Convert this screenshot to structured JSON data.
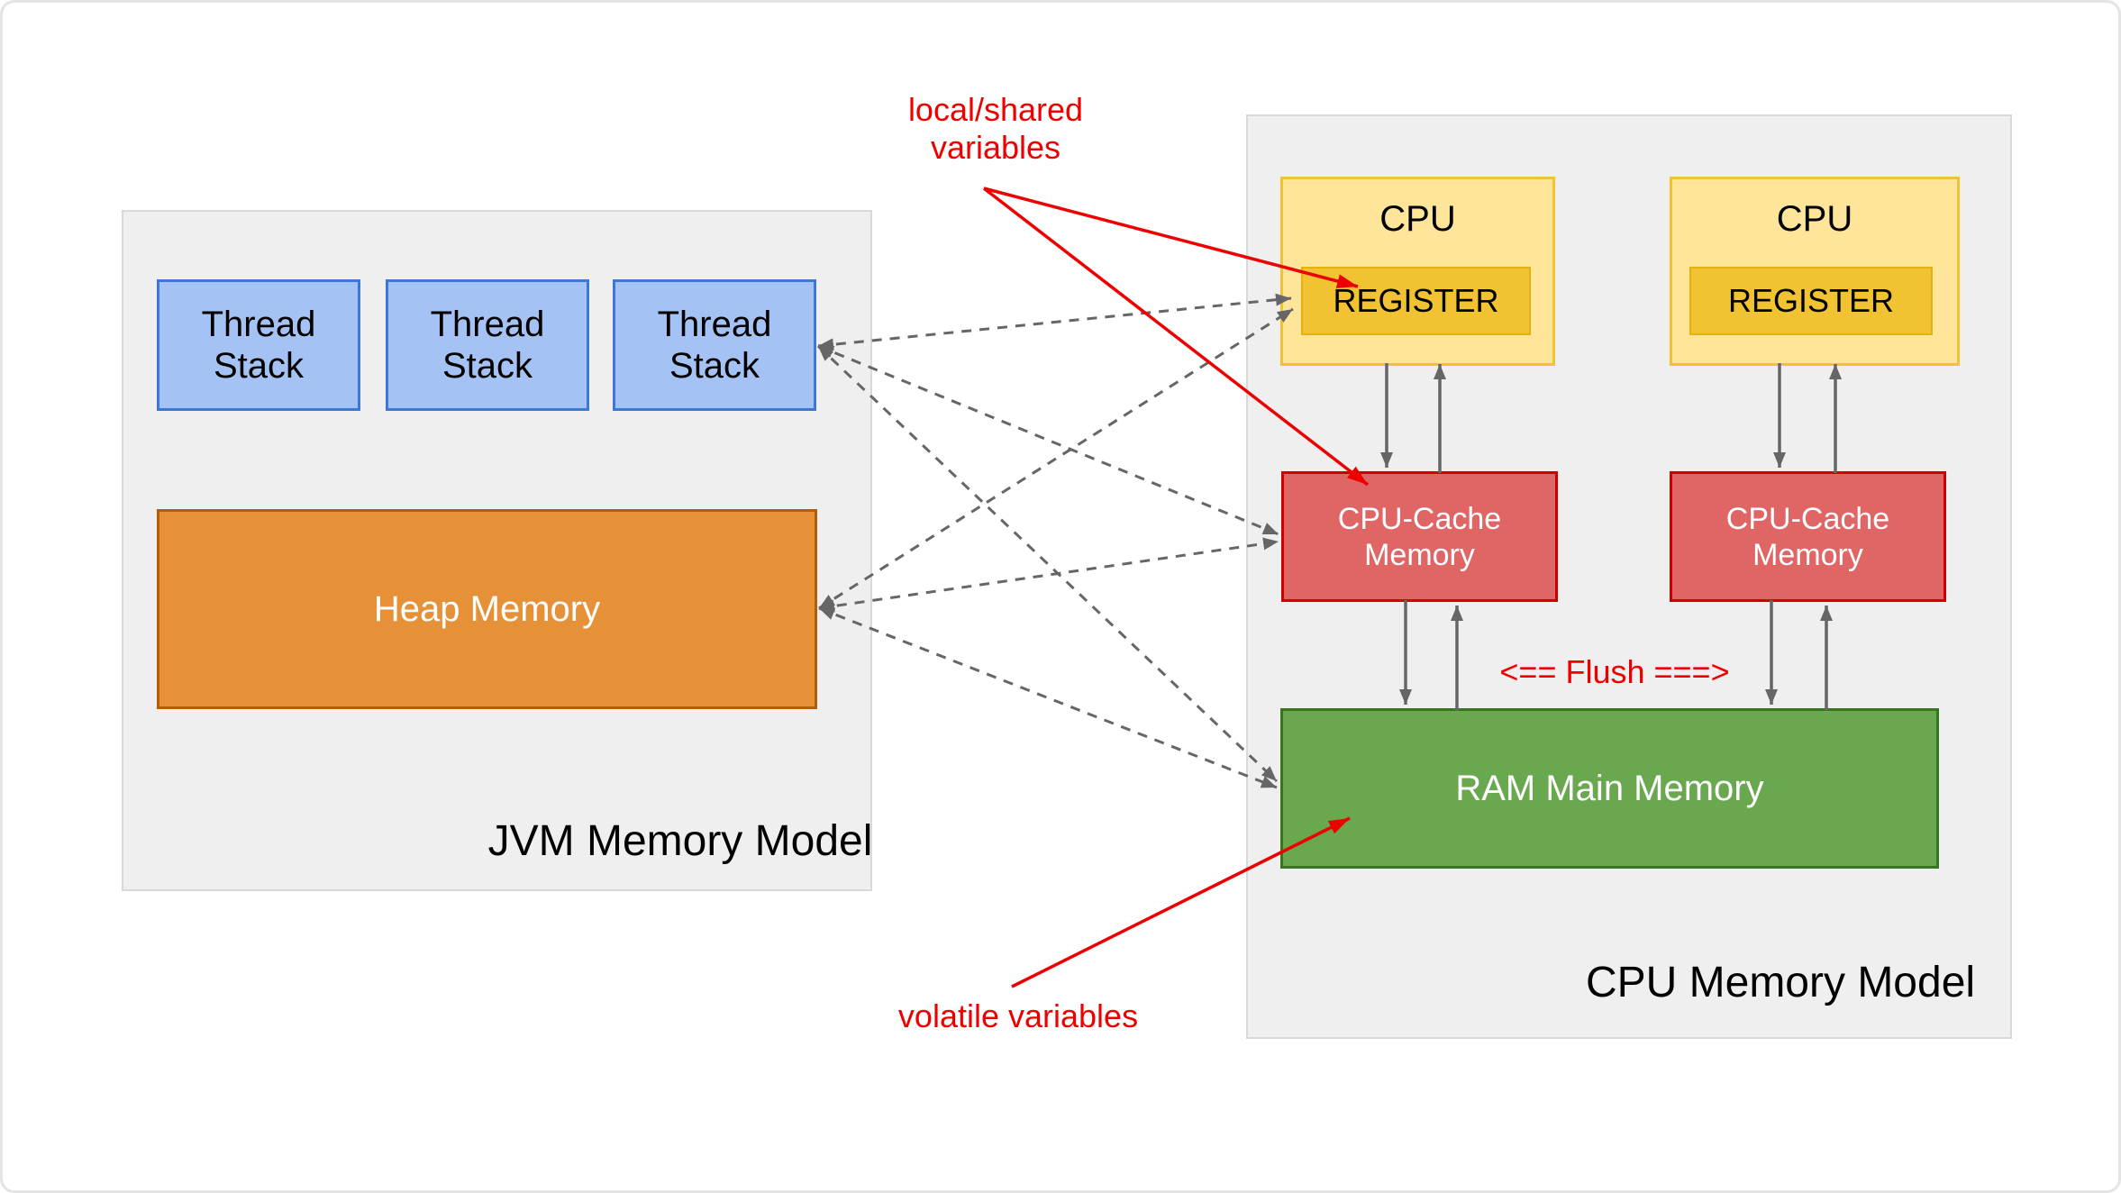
{
  "jvm_panel": {
    "title": "JVM Memory Model",
    "thread_stacks": [
      {
        "line1": "Thread",
        "line2": "Stack"
      },
      {
        "line1": "Thread",
        "line2": "Stack"
      },
      {
        "line1": "Thread",
        "line2": "Stack"
      }
    ],
    "heap_label": "Heap Memory"
  },
  "cpu_panel": {
    "title": "CPU Memory Model",
    "cpus": [
      {
        "label": "CPU",
        "register_label": "REGISTER"
      },
      {
        "label": "CPU",
        "register_label": "REGISTER"
      }
    ],
    "caches": [
      {
        "line1": "CPU-Cache",
        "line2": "Memory"
      },
      {
        "line1": "CPU-Cache",
        "line2": "Memory"
      }
    ],
    "ram_label": "RAM Main Memory",
    "flush_label": "<== Flush ===>"
  },
  "annotations": {
    "local_shared_line1": "local/shared",
    "local_shared_line2": "variables",
    "volatile_label": "volatile variables"
  },
  "colors": {
    "thread_stack_fill": "#a4c2f4",
    "thread_stack_border": "#3c78d8",
    "heap_fill": "#e69138",
    "heap_border": "#b45f06",
    "cpu_fill": "#ffe599",
    "cpu_border": "#f1c232",
    "register_fill": "#f1c232",
    "cache_fill": "#e06666",
    "cache_border": "#cc0000",
    "ram_fill": "#6aa84f",
    "ram_border": "#38761d",
    "panel_fill": "#efefef",
    "panel_border": "#d9d9d9",
    "annotation_red": "#ee0000",
    "arrow_gray": "#666666"
  }
}
